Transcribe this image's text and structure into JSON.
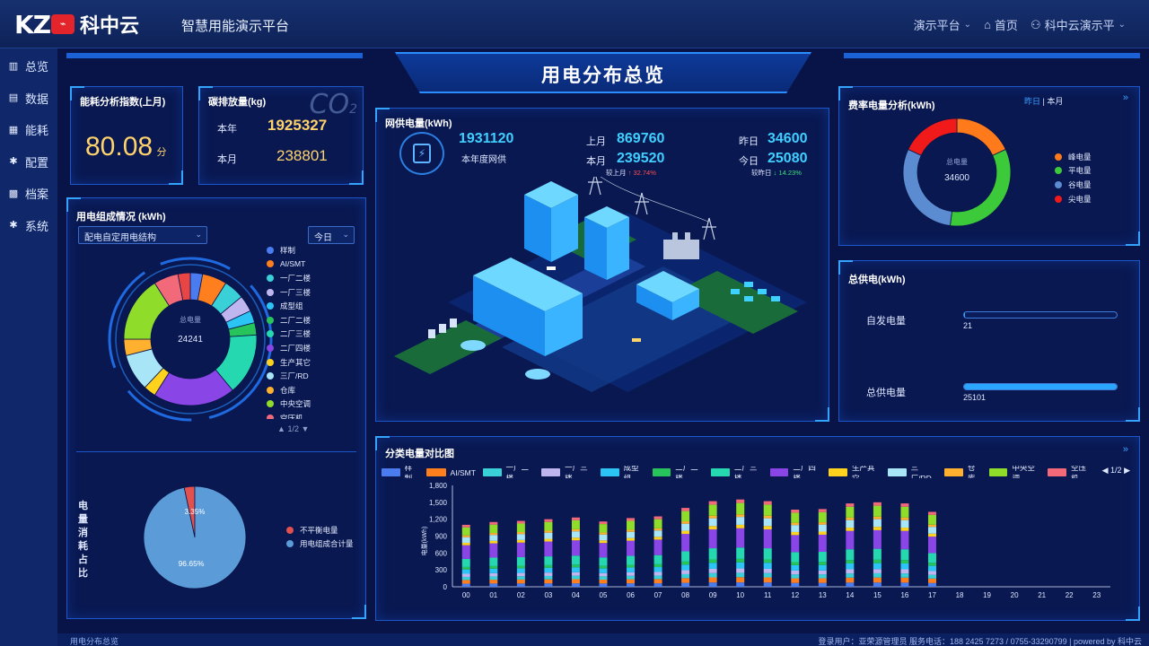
{
  "header": {
    "logo_kz": "KZ",
    "logo_cn": "科中云",
    "app_title": "智慧用能演示平台",
    "nav": [
      {
        "label": "演示平台",
        "icon": "chevron-down-icon"
      },
      {
        "label": "首页",
        "icon": "home-icon"
      },
      {
        "label": "科中云演示平",
        "icon": "user-icon"
      }
    ]
  },
  "sidebar": {
    "items": [
      {
        "label": "总览",
        "icon": "bar-chart-icon"
      },
      {
        "label": "数据",
        "icon": "data-icon"
      },
      {
        "label": "能耗",
        "icon": "list-icon"
      },
      {
        "label": "配置",
        "icon": "gear-icon"
      },
      {
        "label": "档案",
        "icon": "archive-icon"
      },
      {
        "label": "系统",
        "icon": "gear-icon"
      }
    ]
  },
  "banner": {
    "title": "用电分布总览"
  },
  "energy_index": {
    "title": "能耗分析指数(上月)",
    "value": "80.08",
    "unit": "分"
  },
  "carbon": {
    "title": "碳排放量(kg)",
    "co2": "CO",
    "co2_sub": "2",
    "year_label": "本年",
    "year_value": "1925327",
    "month_label": "本月",
    "month_value": "238801"
  },
  "grid": {
    "title": "网供电量(kWh)",
    "annual_value": "1931120",
    "annual_label": "本年度网供",
    "last_month_label": "上月",
    "last_month_value": "869760",
    "this_month_label": "本月",
    "this_month_value": "239520",
    "month_cmp_label": "较上月",
    "month_cmp_value": "32.74%",
    "yesterday_label": "昨日",
    "yesterday_value": "34600",
    "today_label": "今日",
    "today_value": "25080",
    "day_cmp_label": "较昨日",
    "day_cmp_value": "14.23%"
  },
  "tariff": {
    "title": "费率电量分析(kWh)",
    "tab_yesterday": "昨日",
    "tab_sep": " | ",
    "tab_month": "本月",
    "center_label": "总电量",
    "center_value": "34600",
    "legend": [
      {
        "label": "峰电量",
        "color": "#ff7a1a",
        "value": 0.18
      },
      {
        "label": "平电量",
        "color": "#3cc93a",
        "value": 0.34
      },
      {
        "label": "谷电量",
        "color": "#5b8bd0",
        "value": 0.3
      },
      {
        "label": "尖电量",
        "color": "#f01a1a",
        "value": 0.18
      }
    ]
  },
  "supply": {
    "title": "总供电(kWh)",
    "self_label": "自发电量",
    "self_value": "21",
    "self_fraction": 0.001,
    "total_label": "总供电量",
    "total_value": "25101",
    "total_fraction": 1.0
  },
  "composition": {
    "title": "用电组成情况 (kWh)",
    "select": "配电自定用电结构",
    "period": "今日",
    "center_label": "总电量",
    "center_value": "24241",
    "pager": "1/2",
    "legend": [
      {
        "label": "样制",
        "color": "#4a7cf0"
      },
      {
        "label": "AI/SMT",
        "color": "#ff7f1f"
      },
      {
        "label": "一厂二楼",
        "color": "#3ad0d8"
      },
      {
        "label": "一厂三楼",
        "color": "#bfb6f0"
      },
      {
        "label": "成型组",
        "color": "#2cc4f5"
      },
      {
        "label": "二厂二楼",
        "color": "#27c45c"
      },
      {
        "label": "二厂三楼",
        "color": "#25d8b0"
      },
      {
        "label": "二厂四楼",
        "color": "#8a45e6"
      },
      {
        "label": "生产其它",
        "color": "#ffd21e"
      },
      {
        "label": "三厂/RD",
        "color": "#a8e6f7"
      },
      {
        "label": "仓库",
        "color": "#ffb02e"
      },
      {
        "label": "中央空调",
        "color": "#8fdc2a"
      },
      {
        "label": "空压机",
        "color": "#f26a7a"
      }
    ],
    "slices": [
      0.03,
      0.06,
      0.05,
      0.04,
      0.03,
      0.03,
      0.15,
      0.2,
      0.03,
      0.09,
      0.04,
      0.16,
      0.06,
      0.03
    ]
  },
  "ratio": {
    "title_chars": [
      "电",
      "量",
      "消",
      "耗",
      "占",
      "比"
    ],
    "chart_data": {
      "type": "pie",
      "labels": [
        "不平衡电量",
        "用电组成合计量"
      ],
      "values": [
        3.35,
        96.65
      ],
      "value_labels": [
        "3.35%",
        "96.65%"
      ],
      "colors": [
        "#e0514f",
        "#5b9bd8"
      ]
    }
  },
  "category": {
    "title": "分类电量对比图",
    "pager": "1/2",
    "legend": [
      {
        "label": "样制",
        "color": "#4a7cf0"
      },
      {
        "label": "AI/SMT",
        "color": "#ff7f1f"
      },
      {
        "label": "一厂二楼",
        "color": "#3ad0d8"
      },
      {
        "label": "一厂三楼",
        "color": "#bfb6f0"
      },
      {
        "label": "成型组",
        "color": "#2cc4f5"
      },
      {
        "label": "二厂二楼",
        "color": "#27c45c"
      },
      {
        "label": "二厂三楼",
        "color": "#25d8b0"
      },
      {
        "label": "二厂四楼",
        "color": "#8a45e6"
      },
      {
        "label": "生产其它",
        "color": "#ffd21e"
      },
      {
        "label": "三厂/RD",
        "color": "#a8e6f7"
      },
      {
        "label": "仓库",
        "color": "#ffb02e"
      },
      {
        "label": "中央空调",
        "color": "#8fdc2a"
      },
      {
        "label": "空压机",
        "color": "#f26a7a"
      }
    ],
    "chart_data": {
      "type": "bar",
      "stacked": true,
      "ylabel": "电量(kWh)",
      "ylim": [
        0,
        1800
      ],
      "yticks": [
        0,
        300,
        600,
        900,
        1200,
        1500,
        1800
      ],
      "ytick_labels": [
        "0",
        "300",
        "600",
        "900",
        "1,200",
        "1,500",
        "1,800"
      ],
      "categories": [
        "00",
        "01",
        "02",
        "03",
        "04",
        "05",
        "06",
        "07",
        "08",
        "09",
        "10",
        "11",
        "12",
        "13",
        "14",
        "15",
        "16",
        "17",
        "18",
        "19",
        "20",
        "21",
        "22",
        "23"
      ],
      "totals": [
        1100,
        1150,
        1170,
        1200,
        1230,
        1160,
        1220,
        1250,
        1400,
        1520,
        1550,
        1520,
        1370,
        1380,
        1480,
        1500,
        1480,
        1330,
        0,
        0,
        0,
        0,
        0,
        0
      ],
      "mix": [
        0.05,
        0.06,
        0.05,
        0.05,
        0.07,
        0.04,
        0.13,
        0.22,
        0.04,
        0.09,
        0.03,
        0.13,
        0.04
      ]
    }
  },
  "footer": {
    "left": "用电分布总览",
    "right": "登录用户：亚荣源管理员    服务电话：188 2425 7273 / 0755-33290799  |  powered by 科中云"
  }
}
